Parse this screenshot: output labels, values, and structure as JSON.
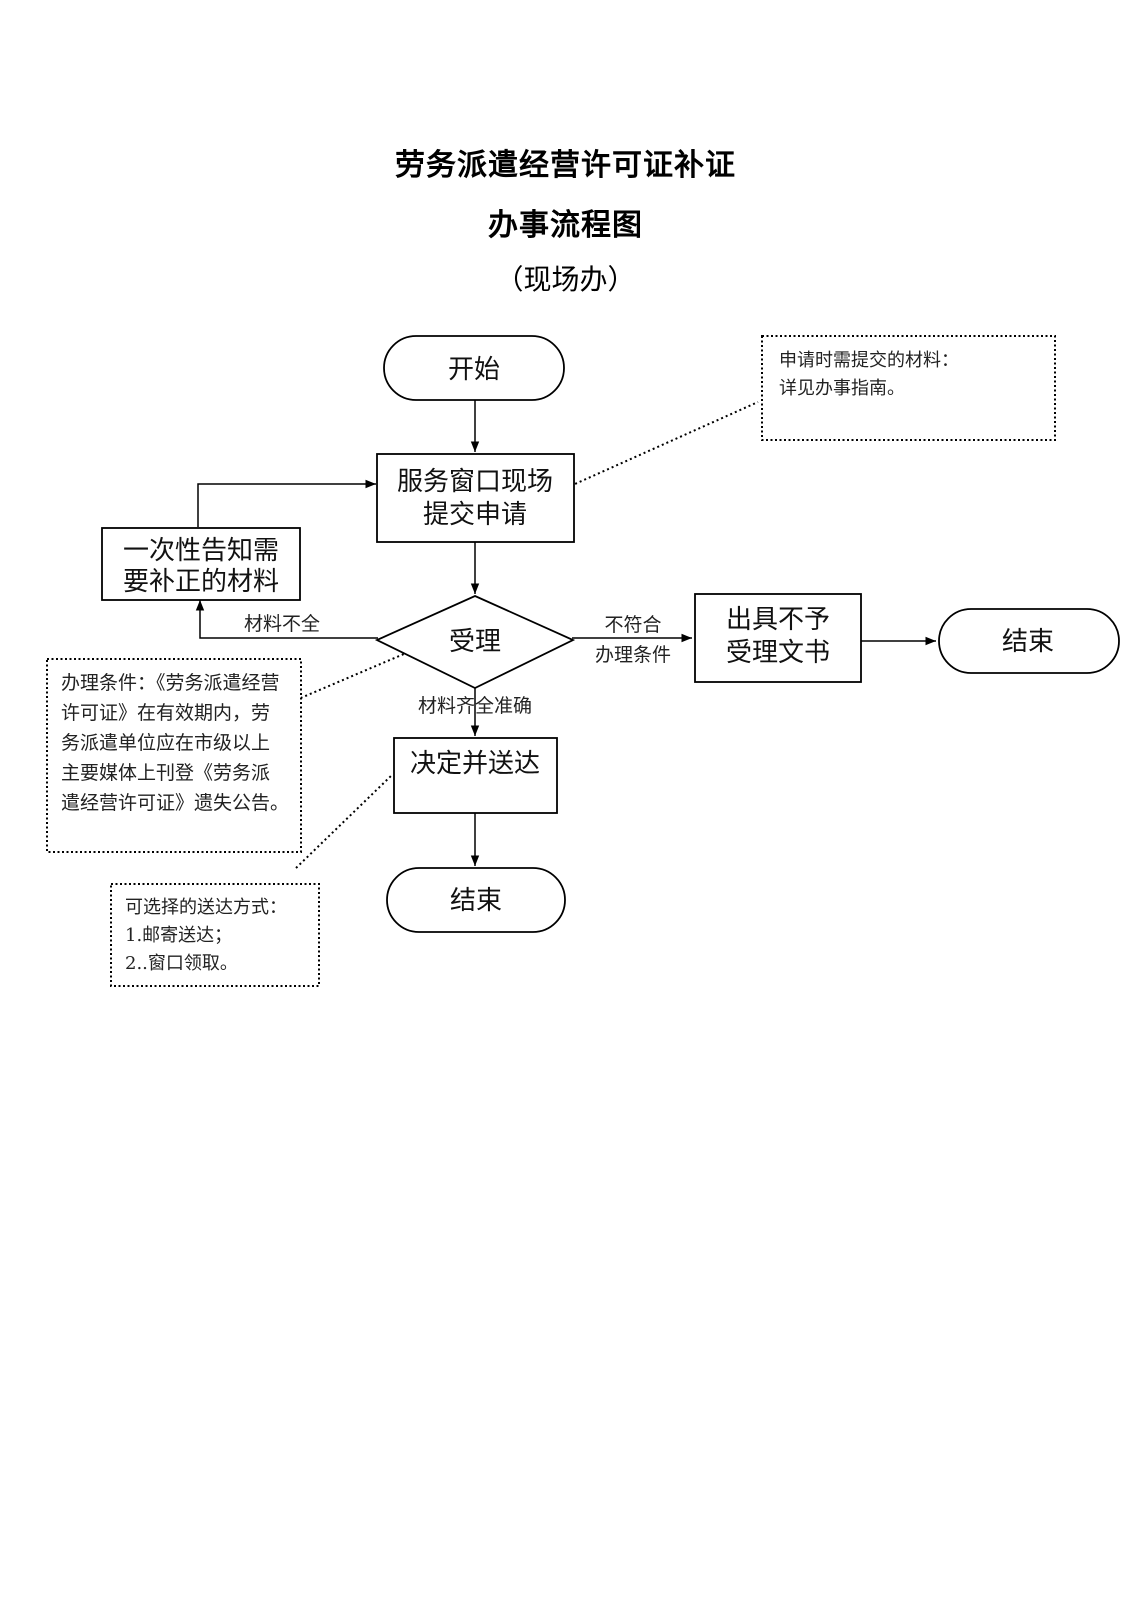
{
  "header": {
    "title_line1": "劳务派遣经营许可证补证",
    "title_line2": "办事流程图",
    "subtitle": "（现场办）"
  },
  "nodes": {
    "start": "开始",
    "submit_line1": "服务窗口现场",
    "submit_line2": "提交申请",
    "notify_line1": "一次性告知需",
    "notify_line2": "要补正的材料",
    "accept": "受理",
    "reject_line1": "出具不予",
    "reject_line2": "受理文书",
    "end_right": "结束",
    "decide": "决定并送达",
    "end_bottom": "结束"
  },
  "edges": {
    "incomplete": "材料不全",
    "not_qualified_line1": "不符合",
    "not_qualified_line2": "办理条件",
    "complete": "材料齐全准确"
  },
  "notes": {
    "materials": [
      "申请时需提交的材料：",
      "详见办事指南。"
    ],
    "conditions": [
      "办理条件：《劳务派遣经营",
      "许可证》在有效期内，劳",
      "务派遣单位应在市级以上",
      "主要媒体上刊登《劳务派",
      "遣经营许可证》遗失公告。"
    ],
    "delivery": [
      "可选择的送达方式：",
      "1.邮寄送达；",
      "2..窗口领取。"
    ]
  }
}
